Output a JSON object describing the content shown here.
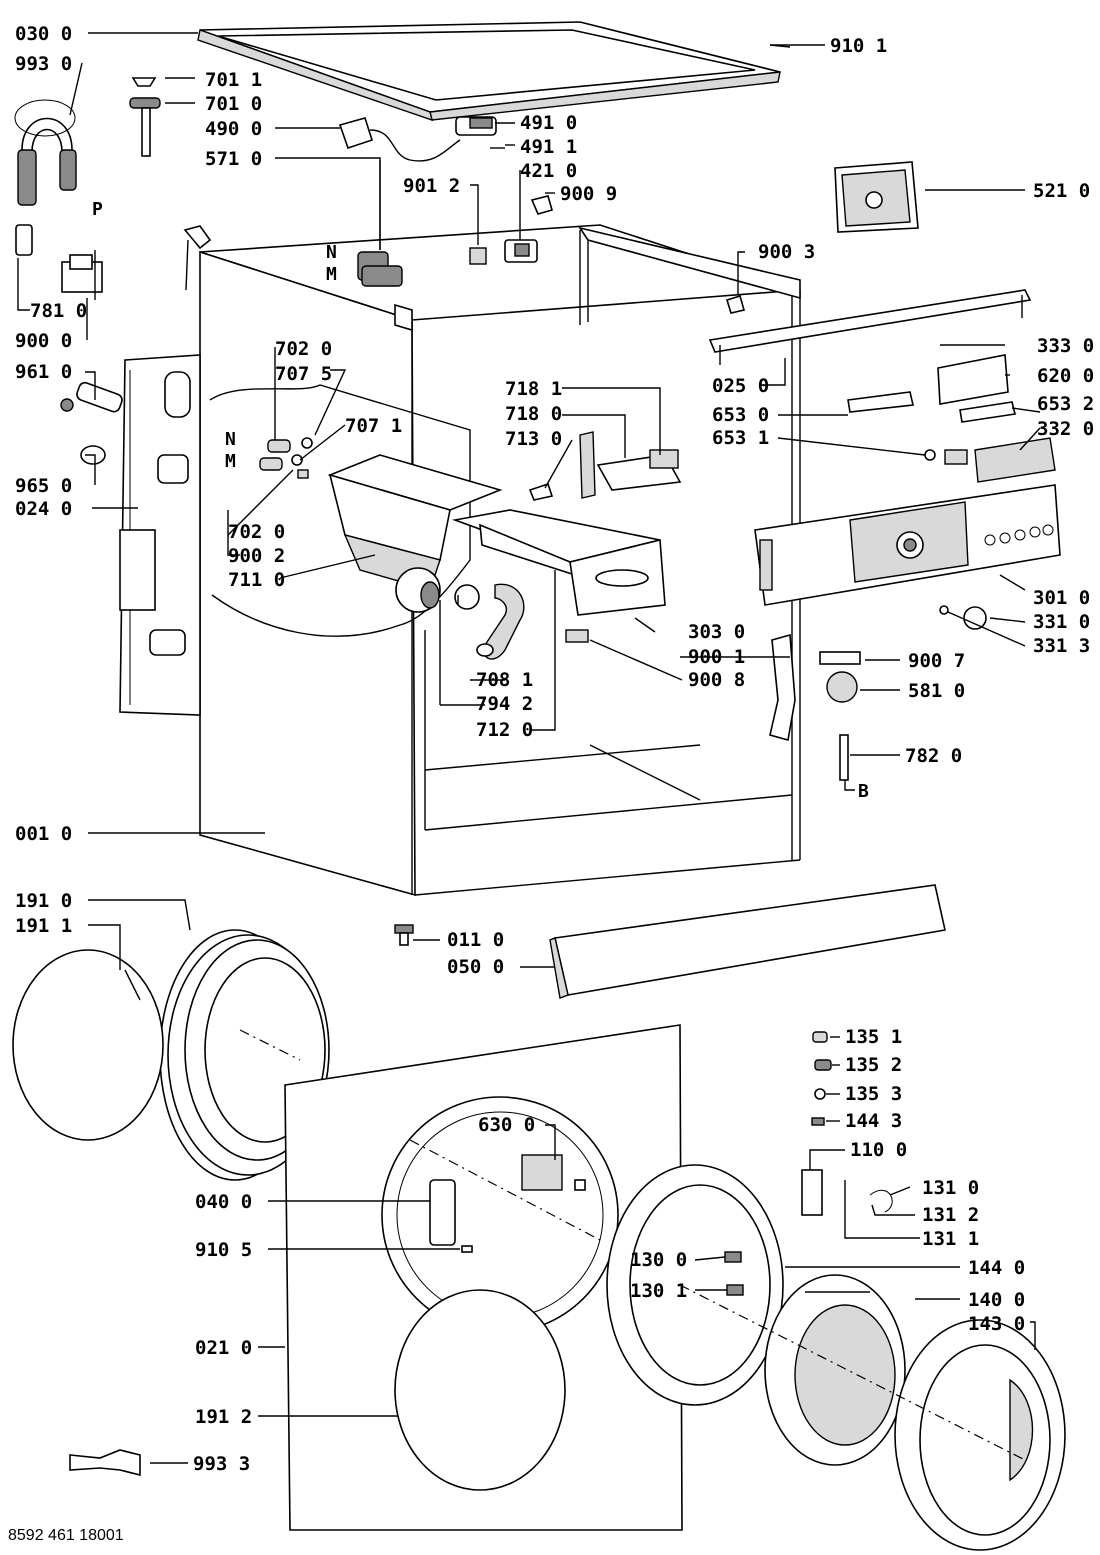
{
  "document_ref": "8592 461 18001",
  "side_letters": {
    "n": "N",
    "m": "M",
    "p": "P",
    "b": "B"
  },
  "labels": {
    "l0300": "030 0",
    "l9930": "993 0",
    "l7011": "701 1",
    "l7010": "701 0",
    "l4900": "490 0",
    "l5710": "571 0",
    "l4910": "491 0",
    "l4911": "491 1",
    "l4210": "421 0",
    "l9012": "901 2",
    "l9009": "900 9",
    "l9101": "910 1",
    "l5210": "521 0",
    "l9003": "900 3",
    "l7810": "781 0",
    "l9000": "900 0",
    "l9610": "961 0",
    "l9650": "965 0",
    "l0240": "024 0",
    "l7020a": "702 0",
    "l7075": "707 5",
    "l7071": "707 1",
    "l7020b": "702 0",
    "l9002": "900 2",
    "l7110": "711 0",
    "l7181": "718 1",
    "l7180": "718 0",
    "l7130": "713 0",
    "l3330": "333 0",
    "l0250": "025 0",
    "l6200": "620 0",
    "l6530": "653 0",
    "l6532": "653 2",
    "l6531": "653 1",
    "l3320": "332 0",
    "l3010": "301 0",
    "l3310": "331 0",
    "l3313": "331 3",
    "l3030": "303 0",
    "l9001": "900 1",
    "l9008": "900 8",
    "l7081": "708 1",
    "l7942": "794 2",
    "l7120": "712 0",
    "l9007": "900 7",
    "l5810": "581 0",
    "l7820": "782 0",
    "l0010": "001 0",
    "l1910": "191 0",
    "l1911": "191 1",
    "l0110": "011 0",
    "l0500": "050 0",
    "l1351": "135 1",
    "l1352": "135 2",
    "l1353": "135 3",
    "l1443": "144 3",
    "l1100": "110 0",
    "l1310": "131 0",
    "l1312": "131 2",
    "l1311": "131 1",
    "l6300": "630 0",
    "l0400": "040 0",
    "l9105": "910 5",
    "l1300": "130 0",
    "l1301": "130 1",
    "l1440": "144 0",
    "l1400": "140 0",
    "l1430": "143 0",
    "l0210": "021 0",
    "l1912": "191 2",
    "l9933": "993 3"
  }
}
